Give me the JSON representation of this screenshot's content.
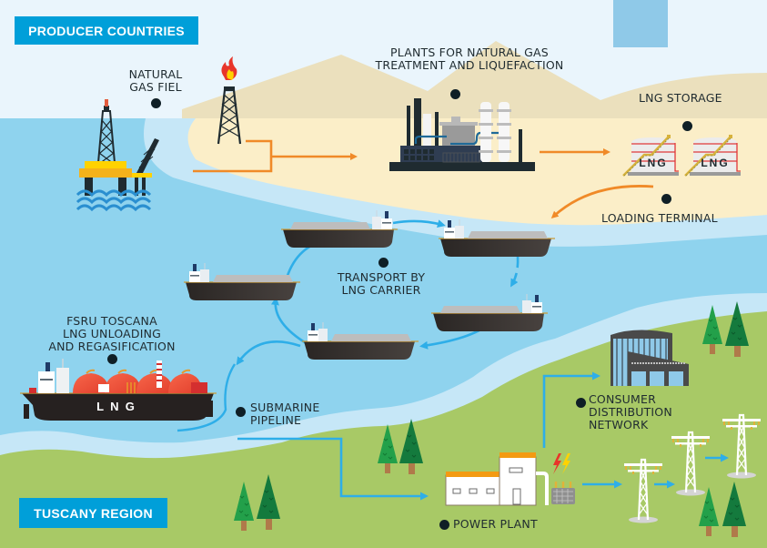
{
  "title": "LNG supply chain: from producer countries to Tuscany region",
  "regions": {
    "producer": "PRODUCER COUNTRIES",
    "consumer": "TUSCANY REGION"
  },
  "stages": {
    "gas_field": [
      "NATURAL",
      "GAS FIEL"
    ],
    "plants": [
      "PLANTS FOR NATURAL GAS",
      "TREATMENT AND LIQUEFACTION"
    ],
    "storage": [
      "LNG STORAGE"
    ],
    "loading": [
      "LOADING TERMINAL"
    ],
    "transport": [
      "TRANSPORT BY",
      "LNG CARRIER"
    ],
    "fsru": [
      "FSRU TOSCANA",
      "LNG UNLOADING",
      "AND REGASIFICATION"
    ],
    "pipeline": [
      "SUBMARINE",
      "PIPELINE"
    ],
    "power_plant": [
      "POWER PLANT"
    ],
    "distribution": [
      "CONSUMER",
      "DISTRIBUTION",
      "NETWORK"
    ]
  },
  "tank_labels": [
    "LNG",
    "LNG"
  ],
  "fsru_hull_label": "L  N  G",
  "icons": {
    "offshore_rig": "offshore-oil-rig-icon",
    "flare_tower": "gas-flare-derrick-icon",
    "plant": "liquefaction-plant-icon",
    "tanks": "lng-storage-tank-icon",
    "carrier": "lng-carrier-ship-icon",
    "fsru": "fsru-vessel-icon",
    "power_plant": "power-plant-building-icon",
    "transformer": "transformer-icon",
    "lightning": "lightning-bolt-icon",
    "pylon": "electricity-pylon-icon",
    "consumer": "office-building-icon",
    "tree": "pine-tree-icon"
  },
  "colors": {
    "sky": "#eaf5fc",
    "sea": "#8fd3ee",
    "shallow": "#c6e7f7",
    "sand": "#fbeec8",
    "hills": "#ebe0bd",
    "land": "#a8c966",
    "badge": "#009fd9",
    "gas_flow": "#f08a28",
    "lng_flow": "#2eaee8",
    "label": "#1f2b30"
  }
}
